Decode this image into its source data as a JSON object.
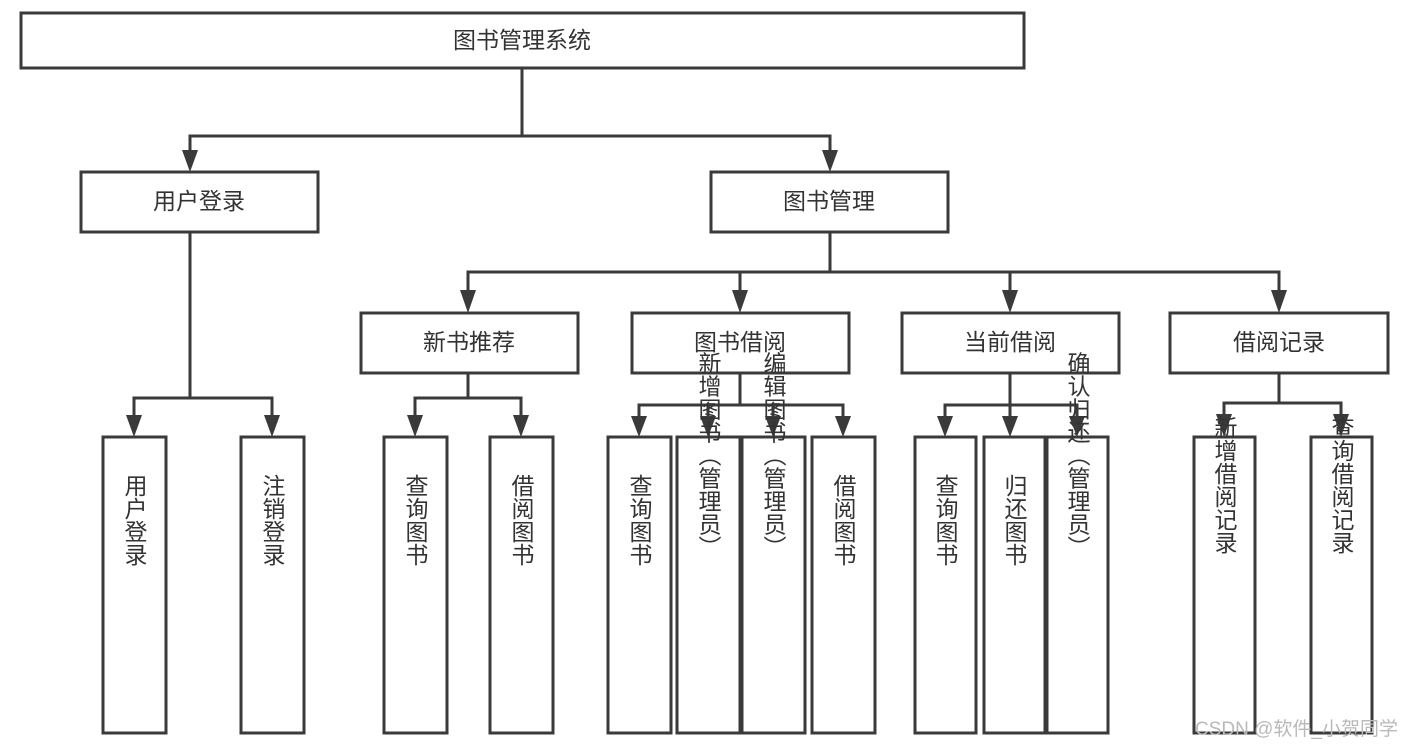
{
  "diagram": {
    "title": "图书管理系统",
    "type": "hierarchy-tree",
    "root": {
      "id": "root",
      "label": "图书管理系统"
    },
    "level2": [
      {
        "id": "user-login",
        "label": "用户登录"
      },
      {
        "id": "book-manage",
        "label": "图书管理"
      }
    ],
    "level3": [
      {
        "id": "new-book-recommend",
        "label": "新书推荐",
        "parent": "book-manage"
      },
      {
        "id": "book-borrow",
        "label": "图书借阅",
        "parent": "book-manage"
      },
      {
        "id": "current-borrow",
        "label": "当前借阅",
        "parent": "book-manage"
      },
      {
        "id": "borrow-record",
        "label": "借阅记录",
        "parent": "book-manage"
      }
    ],
    "leaves": {
      "user-login": [
        {
          "id": "leaf-user-login",
          "label": "用户登录"
        },
        {
          "id": "leaf-user-logout",
          "label": "注销登录"
        }
      ],
      "new-book-recommend": [
        {
          "id": "leaf-query-book-1",
          "label": "查询图书"
        },
        {
          "id": "leaf-borrow-book-1",
          "label": "借阅图书"
        }
      ],
      "book-borrow": [
        {
          "id": "leaf-query-book-2",
          "label": "查询图书"
        },
        {
          "id": "leaf-add-book",
          "label": "新增图书（管理员）"
        },
        {
          "id": "leaf-edit-book",
          "label": "编辑图书（管理员）"
        },
        {
          "id": "leaf-borrow-book-2",
          "label": "借阅图书"
        }
      ],
      "current-borrow": [
        {
          "id": "leaf-query-book-3",
          "label": "查询图书"
        },
        {
          "id": "leaf-return-book",
          "label": "归还图书"
        },
        {
          "id": "leaf-confirm-return",
          "label": "确认归还（管理员）"
        }
      ],
      "borrow-record": [
        {
          "id": "leaf-add-record",
          "label": "新增借阅记录"
        },
        {
          "id": "leaf-query-record",
          "label": "查询借阅记录"
        }
      ]
    },
    "colors": {
      "stroke": "#3a3a3a",
      "fill": "#ffffff",
      "text": "#333333",
      "watermark": "#b9b9b9"
    }
  },
  "watermark": {
    "text": "CSDN @软件_小贺同学"
  }
}
